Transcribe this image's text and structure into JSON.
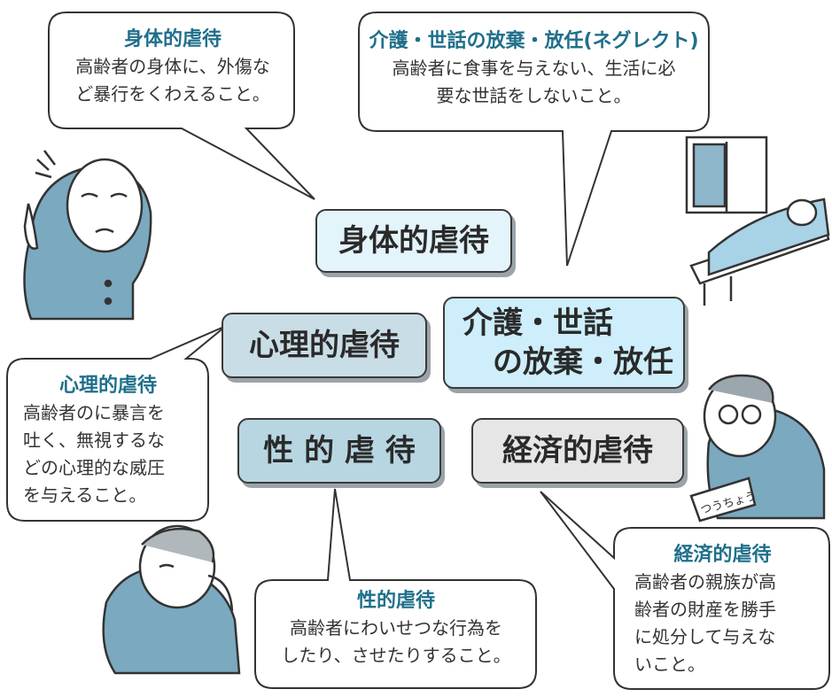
{
  "colors": {
    "accent_title": "#1f6f8b",
    "physical_bg": "#e3f4fb",
    "psych_bg": "#c9dde6",
    "neglect_bg": "#cdeefa",
    "sexual_bg": "#b7d6e2",
    "economic_bg": "#e6e6e6"
  },
  "categories": {
    "physical": "身体的虐待",
    "psychological": "心理的虐待",
    "neglect": "介護・世話\n　の放棄・放任",
    "sexual": "性 的 虐 待",
    "economic": "経済的虐待"
  },
  "bubbles": {
    "physical": {
      "title": "身体的虐待",
      "body": "高齢者の身体に、外傷な\nど暴行をくわえること。"
    },
    "neglect": {
      "title": "介護・世話の放棄・放任(ネグレクト)",
      "body": "高齢者に食事を与えない、生活に必\n要な世話をしないこと。"
    },
    "psychological": {
      "title": "心理的虐待",
      "body": "高齢者のに暴言を\n吐く、無視するな\nどの心理的な威圧\nを与えること。"
    },
    "sexual": {
      "title": "性的虐待",
      "body": "高齢者にわいせつな行為を\nしたり、させたりすること。"
    },
    "economic": {
      "title": "経済的虐待",
      "body": "高齢者の親族が高\n齢者の財産を勝手\nに処分して与えな\nいこと。"
    }
  },
  "illustrations": {
    "bankbook_text": "つうちょう"
  }
}
